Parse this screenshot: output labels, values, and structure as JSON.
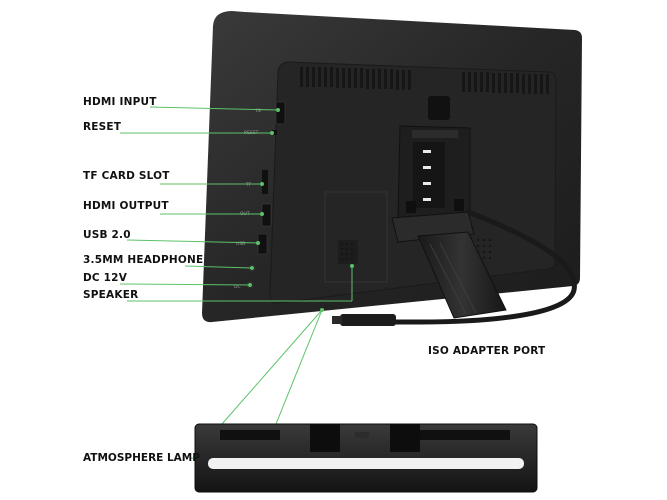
{
  "labels": {
    "hdmi_input": "HDMI INPUT",
    "reset": "RESET",
    "tf_card_slot": "TF CARD SLOT",
    "hdmi_output": "HDMI OUTPUT",
    "usb": "USB 2.0",
    "headphone": "3.5MM HEADPHONE",
    "dc": "DC 12V",
    "speaker": "SPEAKER",
    "iso_port": "ISO ADAPTER PORT",
    "atmosphere_lamp": "ATMOSPHERE LAMP"
  },
  "port_markings": {
    "in": "IN",
    "reset": "RESET",
    "tf": "TF",
    "out": "OUT",
    "usb": "USB",
    "dc": "DC"
  },
  "colors": {
    "leader_line": "#5cc26a",
    "device_body": "#2a2a2a",
    "lamp_strip": "#f2f2f2"
  }
}
